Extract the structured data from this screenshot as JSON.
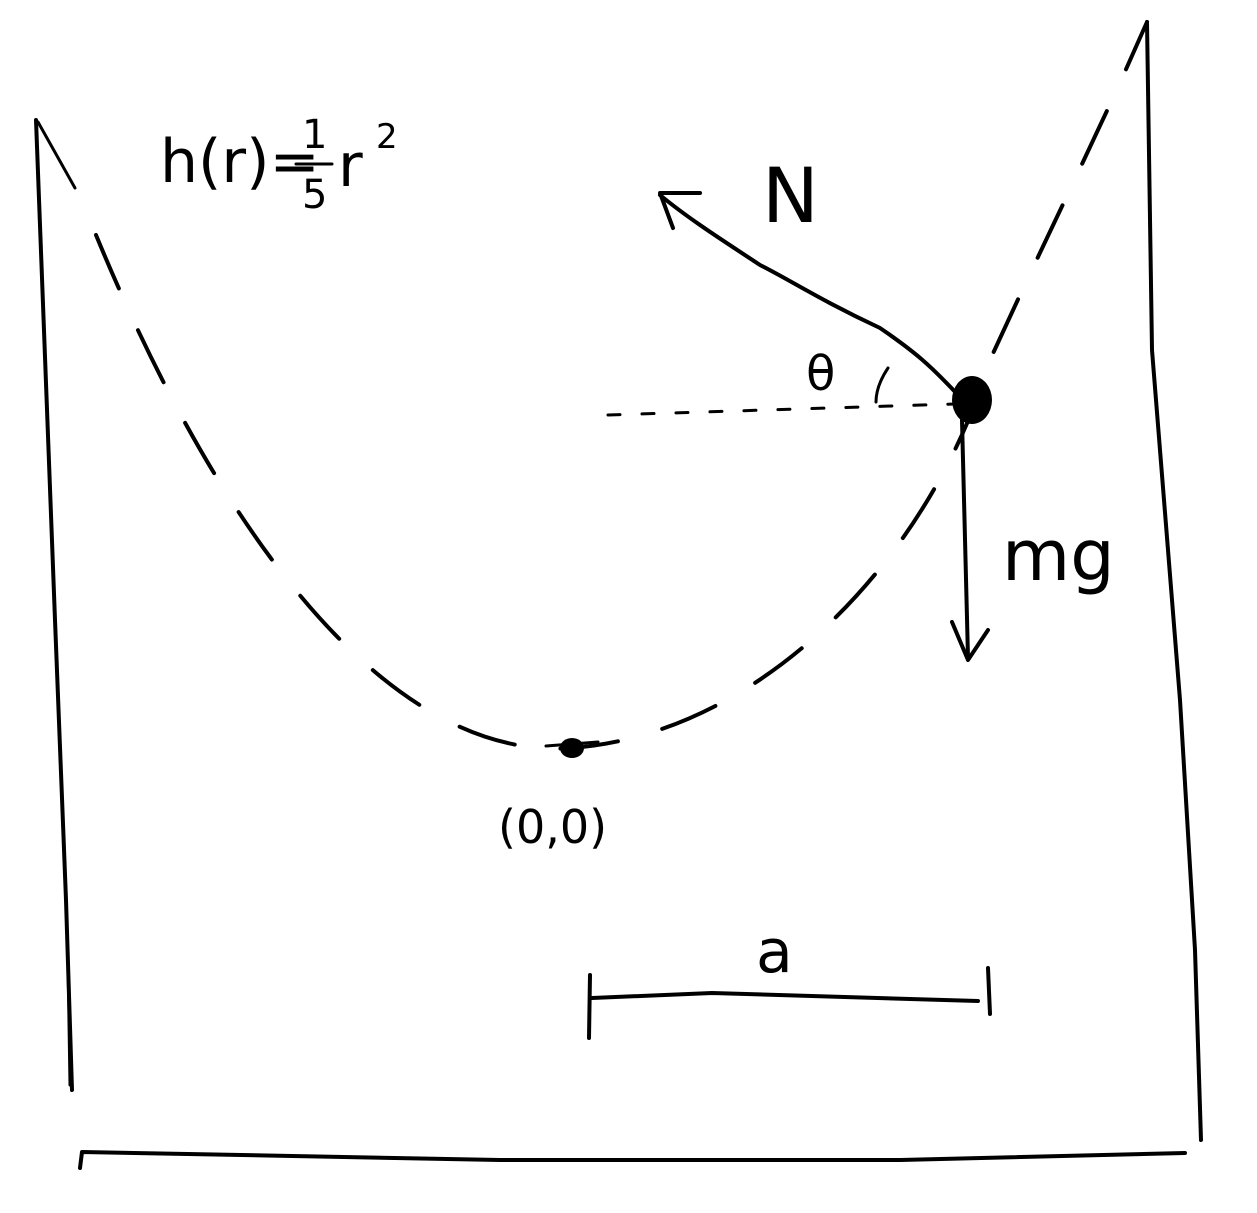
{
  "labels": {
    "height_function_lhs": "h(r)=",
    "fraction_numerator": "1",
    "fraction_denominator": "5",
    "variable": "r",
    "exponent": "2",
    "normal_force": "N",
    "angle": "θ",
    "weight": "mg",
    "origin": "(0,0)",
    "radius": "a"
  },
  "colors": {
    "ink": "#000000",
    "paper": "#ffffff"
  }
}
